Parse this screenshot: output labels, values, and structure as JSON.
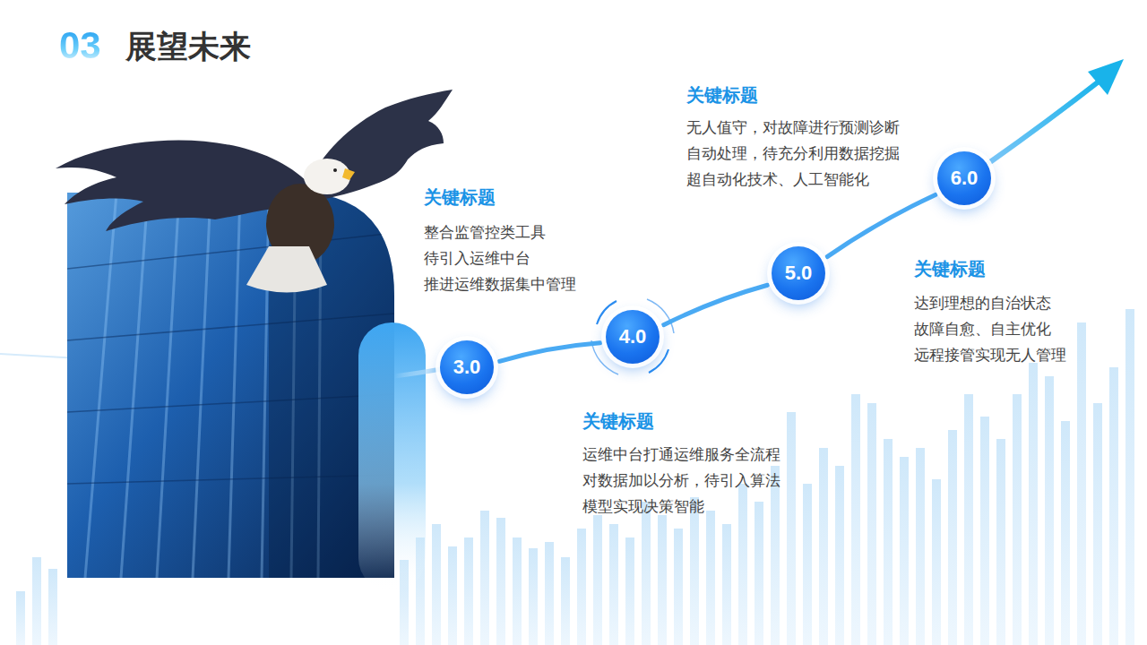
{
  "diagram": {
    "title": "展望未来",
    "nodes": [
      {
        "text": [
          "3.0"
        ]
      },
      {
        "text": [
          "4.0"
        ]
      },
      {
        "text": [
          "5.0"
        ]
      },
      {
        "text": [
          "6.0"
        ]
      }
    ],
    "edges": [
      {
        "from": 0,
        "to": 1,
        "arrow": "none"
      },
      {
        "from": 1,
        "to": 2,
        "arrow": "none"
      },
      {
        "from": 2,
        "to": 3,
        "arrow": "none"
      }
    ],
    "labels": [
      "03",
      "关键标题",
      "整合监管控类工具 待引入运维中台 推进运维数据集中管理",
      "关键标题",
      "运维中台打通运维服务全流程 对数据加以分析，待引入算法 模型实现决策智能",
      "关键标题",
      "无人值守，对故障进行预测诊断 自动处理，待充分利用数据挖掘 超自动化技术、人工智能化",
      "关键标题",
      "达到理想的自治状态 故障自愈、自主优化 远程接管实现无人管理"
    ]
  }
}
